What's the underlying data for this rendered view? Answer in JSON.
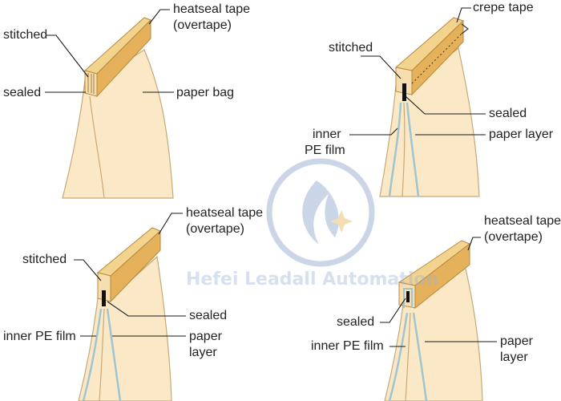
{
  "colors": {
    "paper": "#fbe8c6",
    "paper_edge": "#c9a876",
    "tape_top": "#f3d48f",
    "tape_front": "#e5b15a",
    "tape_end": "#f6deb0",
    "pe_film": "#9fc6cf",
    "seal": "#111111",
    "watermark": "#9fb3d6"
  },
  "watermark": {
    "text": "Hefei Leadall Automation",
    "icon": "flame-star-logo-icon"
  },
  "panels": [
    {
      "id": "top-left",
      "labels": {
        "tape": [
          "heatseal tape",
          "(overtape)"
        ],
        "stitched": "stitched",
        "sealed": "sealed",
        "bag": "paper bag"
      }
    },
    {
      "id": "top-right",
      "labels": {
        "tape": "crepe tape",
        "stitched": "stitched",
        "sealed": "sealed",
        "pe": [
          "inner",
          "PE film"
        ],
        "paper": "paper layer"
      }
    },
    {
      "id": "bottom-left",
      "labels": {
        "tape": [
          "heatseal tape",
          "(overtape)"
        ],
        "stitched": "stitched",
        "sealed": "sealed",
        "pe": "inner PE film",
        "paper": [
          "paper",
          "layer"
        ]
      }
    },
    {
      "id": "bottom-right",
      "labels": {
        "tape": [
          "heatseal tape",
          "(overtape)"
        ],
        "sealed": "sealed",
        "pe": "inner PE film",
        "paper": [
          "paper",
          "layer"
        ]
      }
    }
  ]
}
